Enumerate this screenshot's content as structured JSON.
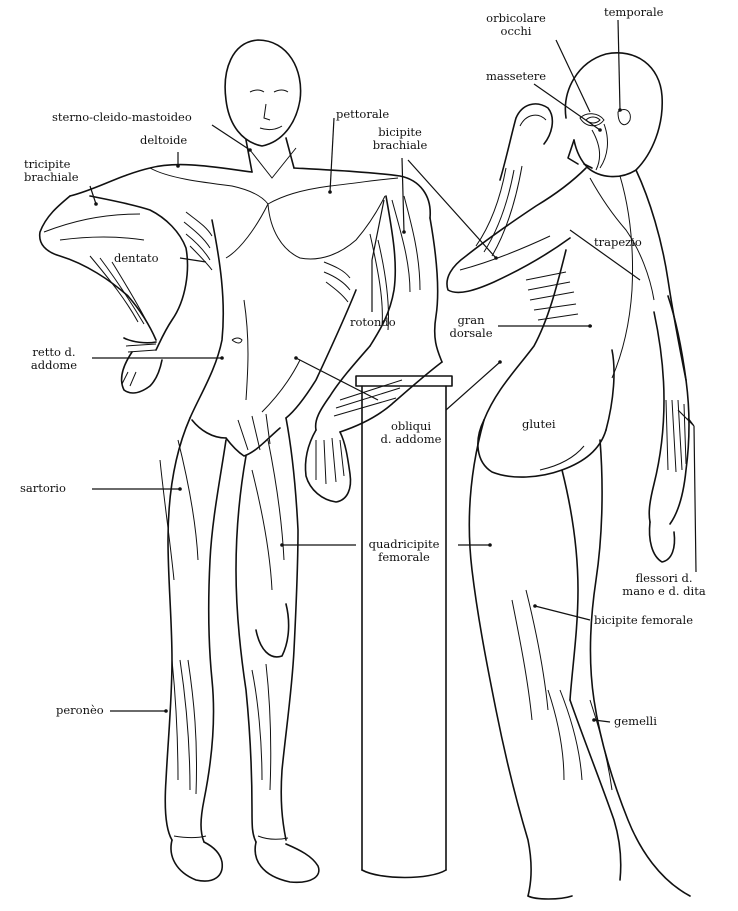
{
  "labels": {
    "sternocleido": "sterno-cleido-mastoideo",
    "deltoide": "deltoide",
    "tricipite_1": "tricipite",
    "tricipite_2": "brachiale",
    "dentato": "dentato",
    "pettorale": "pettorale",
    "bicipite_1": "bicipite",
    "bicipite_2": "brachiale",
    "rotondo": "rotondo",
    "retto_1": "retto d.",
    "retto_2": "addome",
    "obliqui_1": "obliqui",
    "obliqui_2": "d. addome",
    "sartorio": "sartorio",
    "quadricipite_1": "quadricipite",
    "quadricipite_2": "femorale",
    "perineo": "peronèo",
    "orbicolare_1": "orbicolare",
    "orbicolare_2": "occhi",
    "temporale": "temporale",
    "massetere": "massetere",
    "trapezio": "trapezio",
    "gran_dorsale_1": "gran",
    "gran_dorsale_2": "dorsale",
    "glutei": "glutei",
    "flessori_1": "flessori d.",
    "flessori_2": "mano e d. dita",
    "bicipite_femorale": "bicipite femorale",
    "gemelli": "gemelli"
  }
}
